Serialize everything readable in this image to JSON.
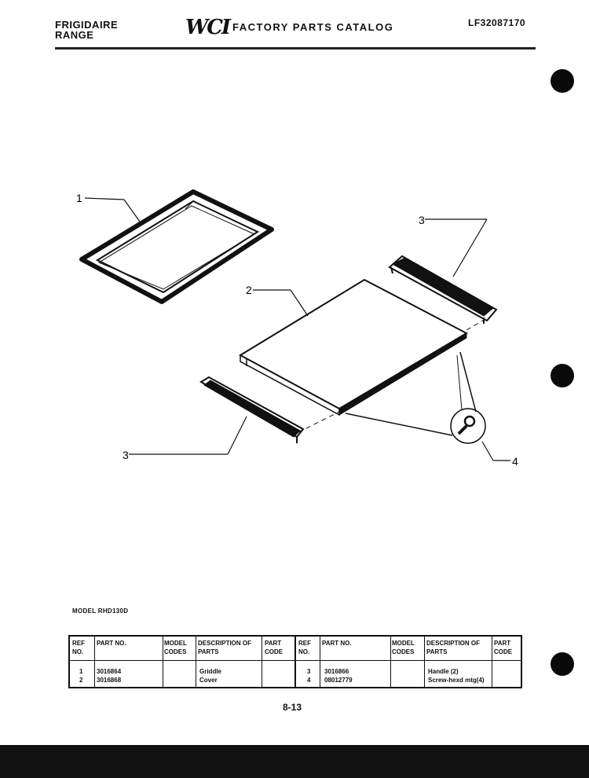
{
  "header": {
    "brand_line1": "FRIGIDAIRE",
    "brand_line2": "RANGE",
    "logo": "WCI",
    "catalog_title": "FACTORY PARTS CATALOG",
    "catalog_number": "LF32087170"
  },
  "diagram": {
    "callouts": [
      "1",
      "2",
      "3",
      "3",
      "4"
    ]
  },
  "model_label": "MODEL RHD130D",
  "parts_table": {
    "headers": {
      "ref_no": "REF NO.",
      "part_no": "PART NO.",
      "model_codes": "MODEL CODES",
      "description": "DESCRIPTION OF PARTS",
      "part_code": "PART CODE"
    },
    "rows_left": [
      {
        "ref": "1",
        "part": "3016864",
        "description": "Griddle"
      },
      {
        "ref": "2",
        "part": "3016868",
        "description": "Cover"
      }
    ],
    "rows_right": [
      {
        "ref": "3",
        "part": "3016866",
        "description": "Handle (2)"
      },
      {
        "ref": "4",
        "part": "08012779",
        "description": "Screw-hexd mtg(4)"
      }
    ]
  },
  "page_number": "8-13"
}
